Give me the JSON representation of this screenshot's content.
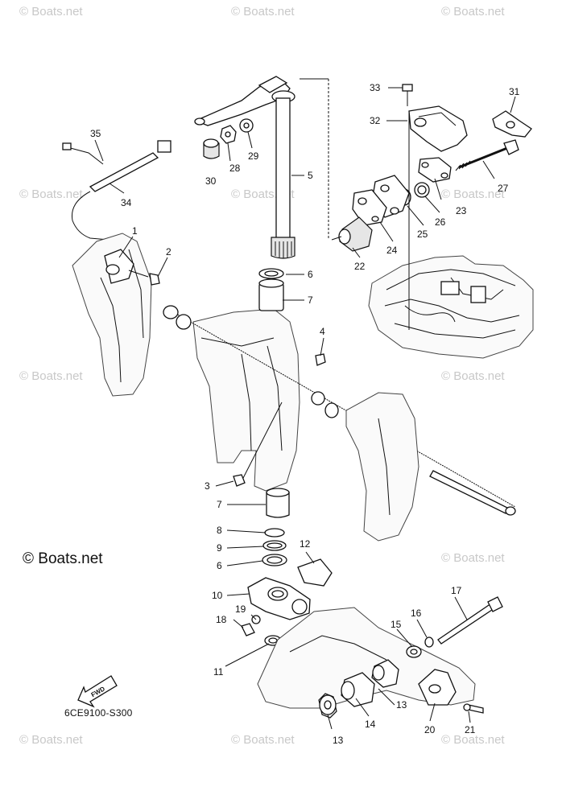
{
  "watermark": "© Boats.net",
  "brand_label": "© Boats.net",
  "diagram_code": "6CE9100-S300",
  "fwd_label": "FWD",
  "colors": {
    "ink": "#111111",
    "watermark": "#c8c8c8",
    "background": "#ffffff"
  },
  "callouts": [
    "1",
    "2",
    "3",
    "4",
    "5",
    "6",
    "6",
    "7",
    "7",
    "8",
    "9",
    "10",
    "11",
    "12",
    "13",
    "13",
    "14",
    "15",
    "16",
    "17",
    "18",
    "19",
    "20",
    "21",
    "22",
    "23",
    "24",
    "25",
    "26",
    "27",
    "28",
    "29",
    "30",
    "31",
    "32",
    "33",
    "34",
    "35"
  ]
}
